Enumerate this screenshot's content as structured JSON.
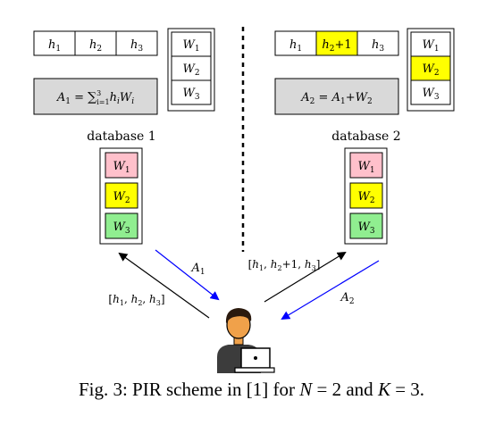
{
  "db1": {
    "label": "database 1",
    "query_cells": [
      "h1",
      "h2",
      "h3"
    ],
    "stored": [
      "W1",
      "W2",
      "W3"
    ],
    "answer": "A1 = Σ_{i=1}^{3} h_i W_i",
    "files": [
      "W1",
      "W2",
      "W3"
    ],
    "query_label": "[h1, h2, h3]",
    "answer_label": "A1"
  },
  "db2": {
    "label": "database 2",
    "query_cells": [
      "h1",
      "h2+1",
      "h3"
    ],
    "stored": [
      "W1",
      "W2",
      "W3"
    ],
    "answer": "A2 = A1+W2",
    "files": [
      "W1",
      "W2",
      "W3"
    ],
    "query_label": "[h1, h2+1, h3]",
    "answer_label": "A2"
  },
  "colors": {
    "w1": "#ffc0cb",
    "w2": "#ffff00",
    "w3": "#90ee90",
    "answer_box": "#d9d9d9",
    "answer_arrow": "#0000ff",
    "query_arrow": "#000000",
    "user_skin": "#f0a14a",
    "user_hair": "#2b1a0e",
    "user_shirt": "#3c3c3c"
  },
  "user_icon": "user-with-laptop-icon",
  "caption": {
    "prefix": "Fig. 3: PIR scheme in [1] for ",
    "n_sym": "N",
    "n_eq": " = 2 and ",
    "k_sym": "K",
    "k_eq": " = 3."
  }
}
